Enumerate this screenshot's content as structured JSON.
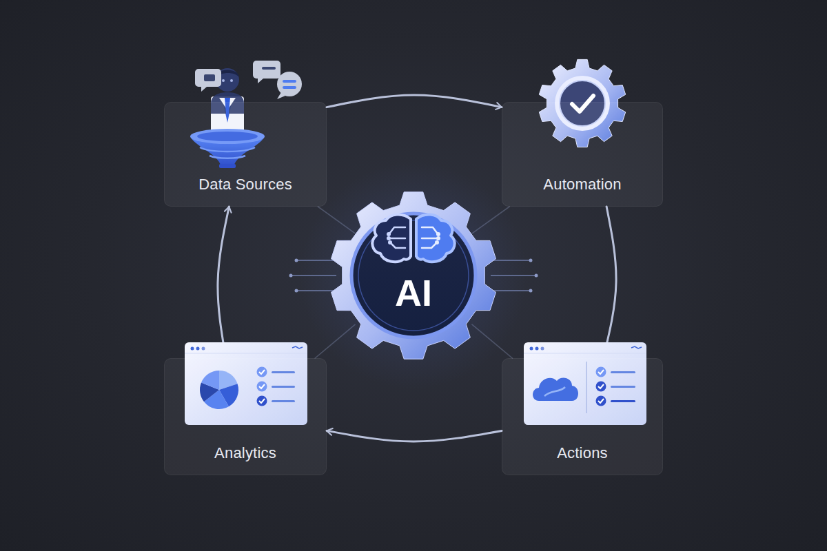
{
  "diagram": {
    "nodes": [
      {
        "text": [
          "Data Sources"
        ]
      },
      {
        "text": [
          "Automation"
        ]
      },
      {
        "text": [
          "AI"
        ]
      },
      {
        "text": [
          "Analytics"
        ]
      },
      {
        "text": [
          "Actions"
        ]
      }
    ],
    "edges": [
      {
        "from": 0,
        "to": 1,
        "arrow": "to"
      },
      {
        "from": 1,
        "to": 4,
        "arrow": "to"
      },
      {
        "from": 4,
        "to": 3,
        "arrow": "to"
      },
      {
        "from": 3,
        "to": 0,
        "arrow": "to"
      },
      {
        "from": 2,
        "to": 0,
        "arrow": "none"
      },
      {
        "from": 2,
        "to": 1,
        "arrow": "none"
      },
      {
        "from": 2,
        "to": 3,
        "arrow": "none"
      },
      {
        "from": 2,
        "to": 4,
        "arrow": "none"
      }
    ]
  }
}
